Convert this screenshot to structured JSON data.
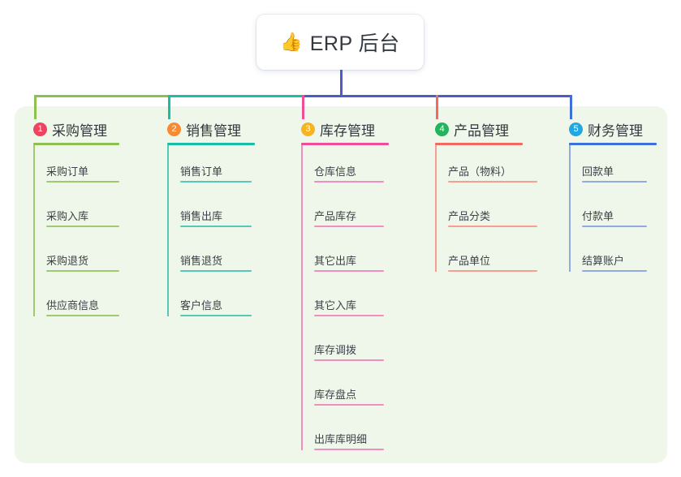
{
  "root": {
    "icon": "thumbs-up-icon",
    "emoji": "👍",
    "title": "ERP 后台"
  },
  "palette": {
    "panel_bg": "#eff7ea",
    "page_bg": "#ffffff",
    "text": "#32383e",
    "trunk": "#4f5bc4",
    "green": "#7fbe4e",
    "teal": "#16bfa6",
    "pink": "#ef4c9a",
    "red": "#f4695f",
    "blue": "#3f6fd8"
  },
  "columns": [
    {
      "number": "1",
      "label": "采购管理",
      "badge_color": "#f0435f",
      "rule_color": "#8cc152",
      "line_color": "#8cc152",
      "leaf_color": "#9fca72",
      "items": [
        {
          "label": "采购订单"
        },
        {
          "label": "采购入库"
        },
        {
          "label": "采购退货"
        },
        {
          "label": "供应商信息"
        }
      ]
    },
    {
      "number": "2",
      "label": "销售管理",
      "badge_color": "#f68b34",
      "rule_color": "#16bfa6",
      "line_color": "#16bfa6",
      "leaf_color": "#56c9b6",
      "items": [
        {
          "label": "销售订单"
        },
        {
          "label": "销售出库"
        },
        {
          "label": "销售退货"
        },
        {
          "label": "客户信息"
        }
      ]
    },
    {
      "number": "3",
      "label": "库存管理",
      "badge_color": "#f6b422",
      "rule_color": "#ef4c9a",
      "line_color": "#ef4c9a",
      "leaf_color": "#f08ec0",
      "items": [
        {
          "label": "仓库信息"
        },
        {
          "label": "产品库存"
        },
        {
          "label": "其它出库"
        },
        {
          "label": "其它入库"
        },
        {
          "label": "库存调拨"
        },
        {
          "label": "库存盘点"
        },
        {
          "label": "出库库明细"
        }
      ]
    },
    {
      "number": "4",
      "label": "产品管理",
      "badge_color": "#23b45d",
      "rule_color": "#f4695f",
      "line_color": "#f4695f",
      "leaf_color": "#f59e94",
      "items": [
        {
          "label": "产品（物料）"
        },
        {
          "label": "产品分类"
        },
        {
          "label": "产品单位"
        }
      ]
    },
    {
      "number": "5",
      "label": "财务管理",
      "badge_color": "#22a8e0",
      "rule_color": "#3f6fd8",
      "line_color": "#8fa7e0",
      "leaf_color": "#93a9e2",
      "items": [
        {
          "label": "回款单"
        },
        {
          "label": "付款单"
        },
        {
          "label": "结算账户"
        }
      ]
    }
  ]
}
